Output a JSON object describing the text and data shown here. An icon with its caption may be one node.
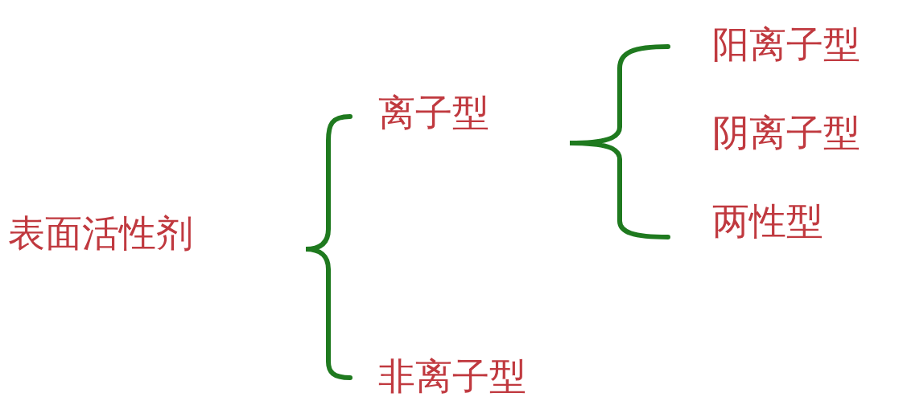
{
  "diagram": {
    "labels": [
      "表面活性剂",
      "离子型",
      "阳离子型",
      "阴离子型",
      "两性型",
      "非离子型"
    ]
  }
}
